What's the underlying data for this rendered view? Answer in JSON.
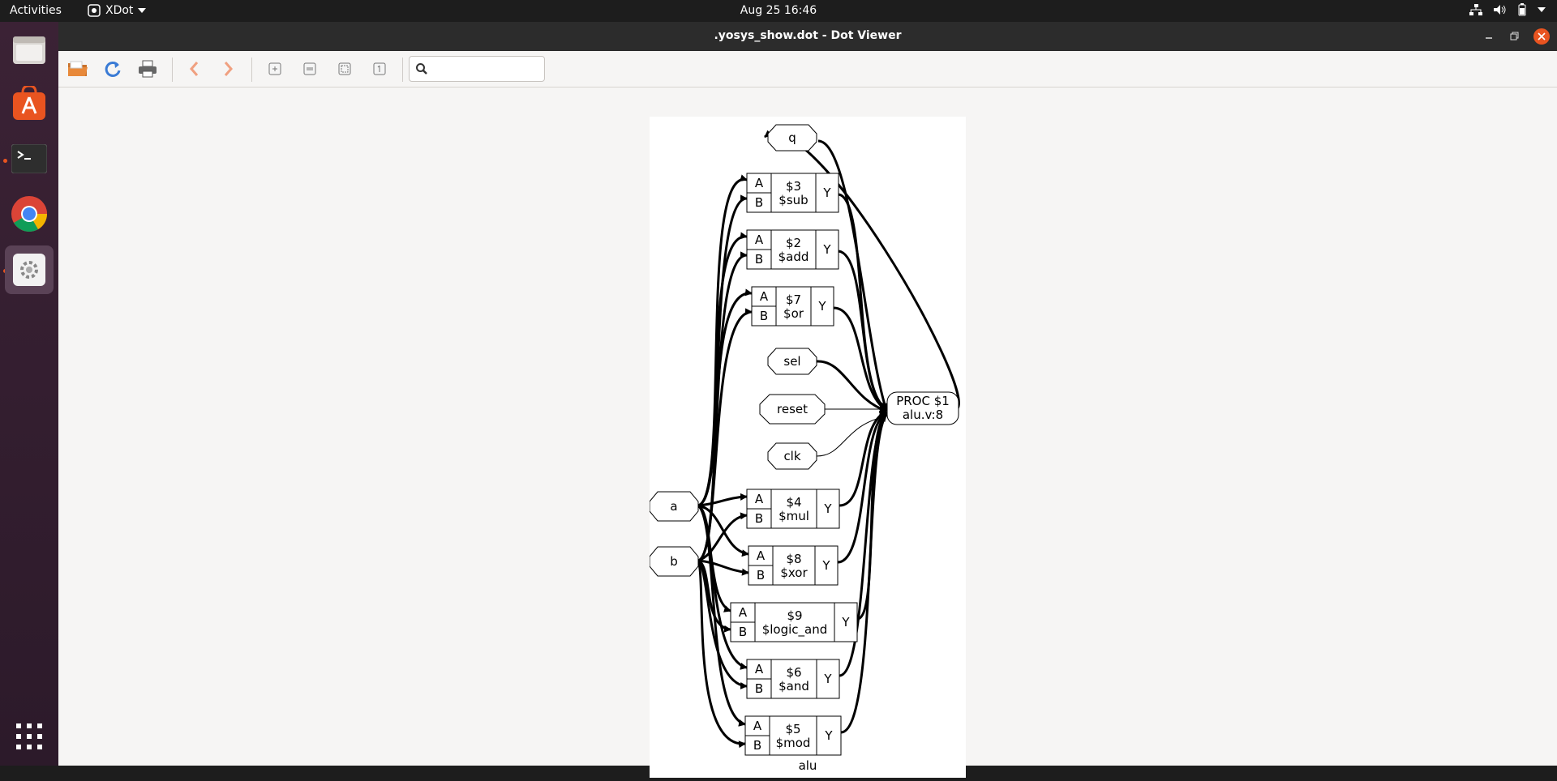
{
  "topbar": {
    "activities": "Activities",
    "app_name": "XDot",
    "clock": "Aug 25  16:46"
  },
  "window": {
    "title": ".yosys_show.dot - Dot Viewer"
  },
  "search": {
    "value": "",
    "placeholder": ""
  },
  "graph": {
    "label": "alu",
    "ports": [
      "q",
      "sel",
      "reset",
      "clk",
      "a",
      "b"
    ],
    "proc": {
      "line1": "PROC $1",
      "line2": "alu.v:8"
    },
    "cells": [
      {
        "id": "$3",
        "op": "$sub"
      },
      {
        "id": "$2",
        "op": "$add"
      },
      {
        "id": "$7",
        "op": "$or"
      },
      {
        "id": "$4",
        "op": "$mul"
      },
      {
        "id": "$8",
        "op": "$xor"
      },
      {
        "id": "$9",
        "op": "$logic_and"
      },
      {
        "id": "$6",
        "op": "$and"
      },
      {
        "id": "$5",
        "op": "$mod"
      }
    ],
    "port_a": "A",
    "port_b": "B",
    "port_y": "Y"
  },
  "colors": {
    "accent": "#e95420",
    "dock": "#3b2235",
    "toolbar": "#f6f5f4"
  },
  "icons": {
    "open": "folder-open-icon",
    "reload": "reload-icon",
    "print": "print-icon",
    "back": "chevron-left-icon",
    "forward": "chevron-right-icon",
    "zoom_in": "zoom-in-icon",
    "zoom_out": "zoom-out-icon",
    "zoom_fit": "zoom-fit-icon",
    "zoom_100": "zoom-100-icon",
    "search": "search-icon"
  }
}
